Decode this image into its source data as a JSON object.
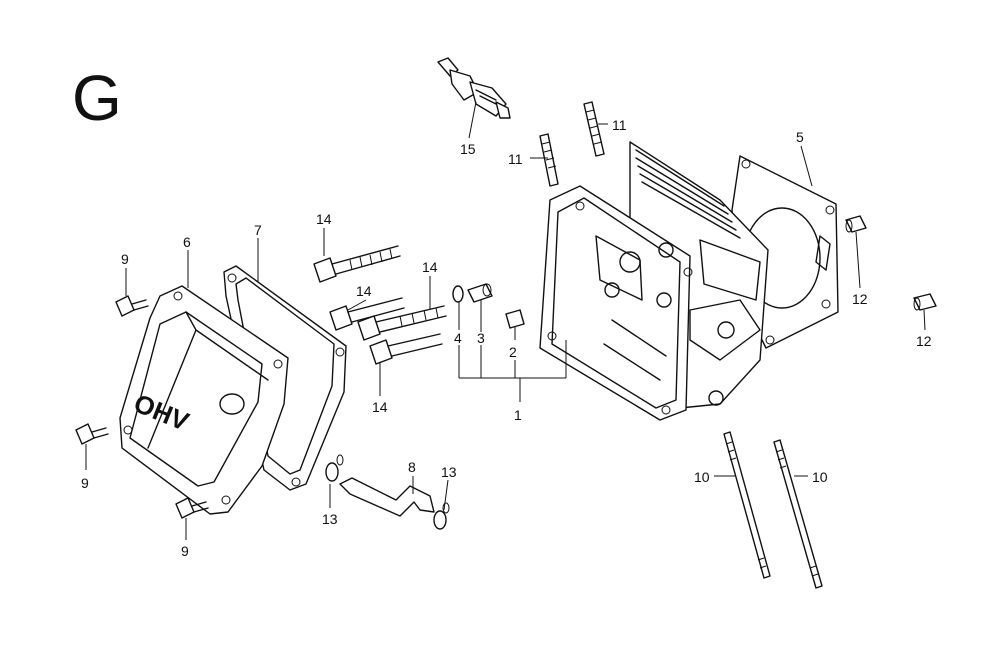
{
  "section_letter": "G",
  "cover_text": "OHV",
  "callouts": [
    {
      "id": "c1",
      "text": "1"
    },
    {
      "id": "c2",
      "text": "2"
    },
    {
      "id": "c3",
      "text": "3"
    },
    {
      "id": "c4",
      "text": "4"
    },
    {
      "id": "c5",
      "text": "5"
    },
    {
      "id": "c6",
      "text": "6"
    },
    {
      "id": "c7",
      "text": "7"
    },
    {
      "id": "c8",
      "text": "8"
    },
    {
      "id": "c9a",
      "text": "9"
    },
    {
      "id": "c9b",
      "text": "9"
    },
    {
      "id": "c9c",
      "text": "9"
    },
    {
      "id": "c10a",
      "text": "10"
    },
    {
      "id": "c10b",
      "text": "10"
    },
    {
      "id": "c11a",
      "text": "11"
    },
    {
      "id": "c11b",
      "text": "11"
    },
    {
      "id": "c12a",
      "text": "12"
    },
    {
      "id": "c12b",
      "text": "12"
    },
    {
      "id": "c13a",
      "text": "13"
    },
    {
      "id": "c13b",
      "text": "13"
    },
    {
      "id": "c14a",
      "text": "14"
    },
    {
      "id": "c14b",
      "text": "14"
    },
    {
      "id": "c14c",
      "text": "14"
    },
    {
      "id": "c14d",
      "text": "14"
    },
    {
      "id": "c15",
      "text": "15"
    }
  ]
}
